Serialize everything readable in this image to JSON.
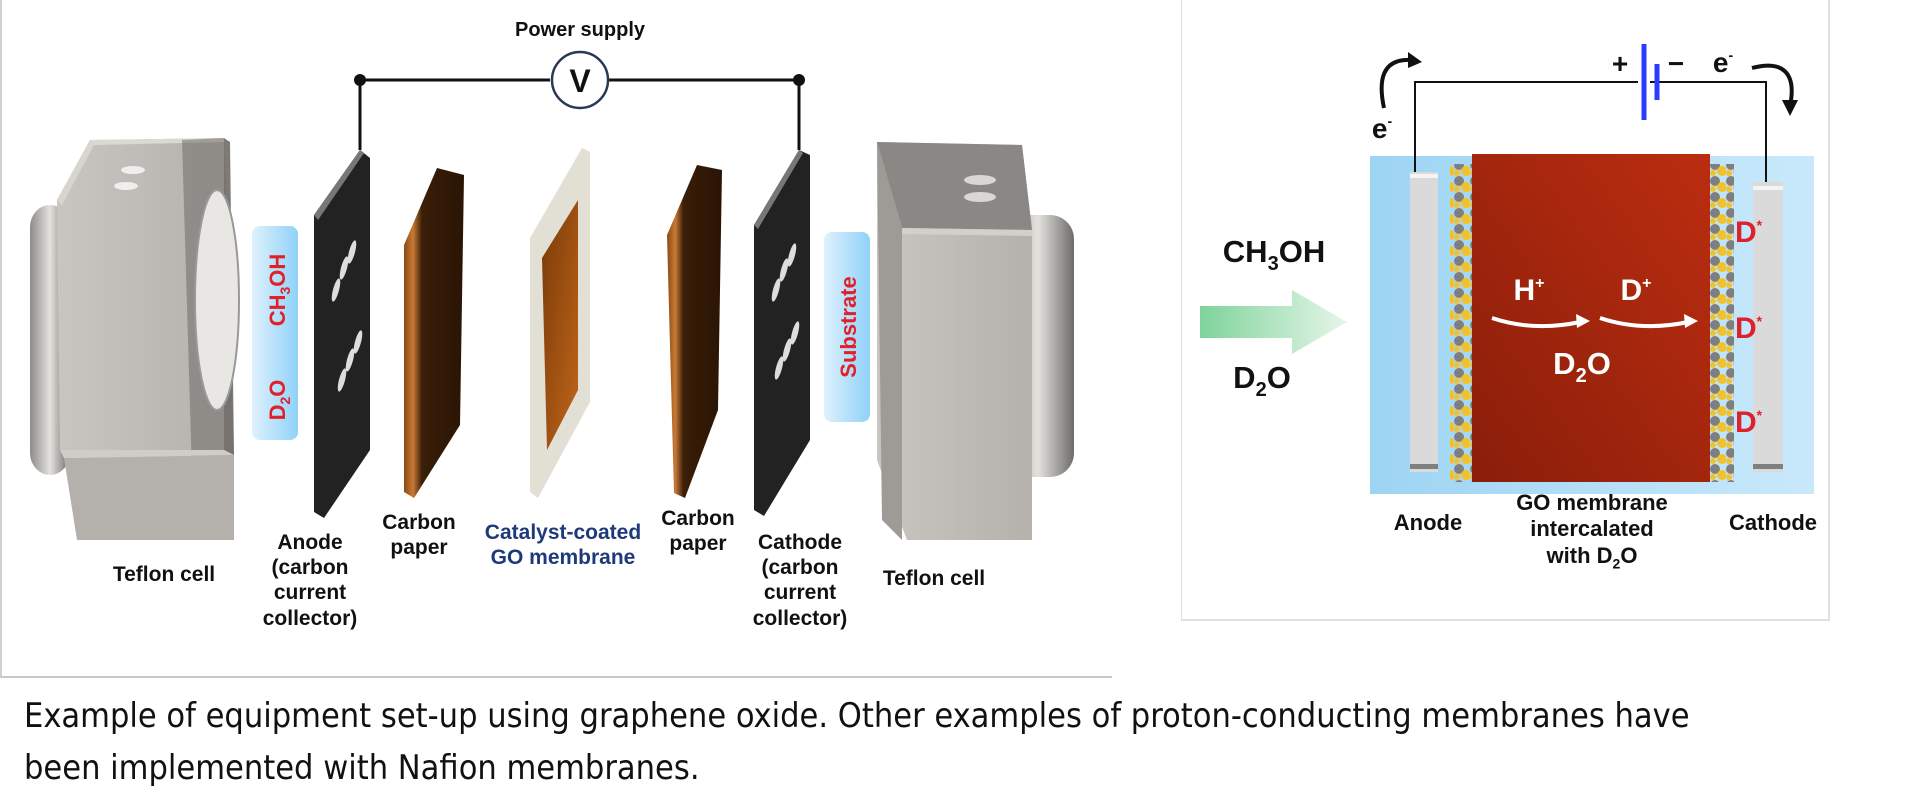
{
  "left_figure": {
    "power_supply_label": "Power supply",
    "voltmeter_symbol": "V",
    "vertical_tags": {
      "left_tag_top": "CH3OH",
      "left_tag_bottom": "D2O",
      "right_tag": "Substrate"
    },
    "components": [
      {
        "label": "Teflon cell"
      },
      {
        "label_lines": [
          "Anode",
          "(carbon",
          "current",
          "collector)"
        ]
      },
      {
        "label_lines": [
          "Carbon",
          "paper"
        ]
      },
      {
        "label_lines": [
          "Catalyst-coated",
          "GO membrane"
        ]
      },
      {
        "label_lines": [
          "Carbon",
          "paper"
        ]
      },
      {
        "label_lines": [
          "Cathode",
          "(carbon",
          "current",
          "collector)"
        ]
      },
      {
        "label": "Teflon cell"
      }
    ]
  },
  "right_figure": {
    "inputs": [
      "CH3OH",
      "D2O"
    ],
    "battery": {
      "plus": "+",
      "minus": "−"
    },
    "electron_labels": [
      "e-",
      "e-"
    ],
    "ions": {
      "h_plus": "H+",
      "d_plus": "D+",
      "membrane_content": "D2O"
    },
    "cathode_products": [
      "D*",
      "D*",
      "D*"
    ],
    "labels": {
      "anode": "Anode",
      "membrane_lines": [
        "GO membrane",
        "intercalated",
        "with D2O"
      ],
      "cathode": "Cathode"
    }
  },
  "caption": {
    "line1": "Example of equipment set-up using graphene oxide. Other examples of proton-conducting membranes have",
    "line2": "been implemented with Nafion membranes."
  },
  "colors": {
    "label_red": "#e0202a",
    "label_navy": "#1f3a7a",
    "membrane_red": "#a82510",
    "electrolyte_blue": "#b8e0f7",
    "battery_blue": "#2a3cff",
    "arrow_green": "#7fd39a"
  }
}
